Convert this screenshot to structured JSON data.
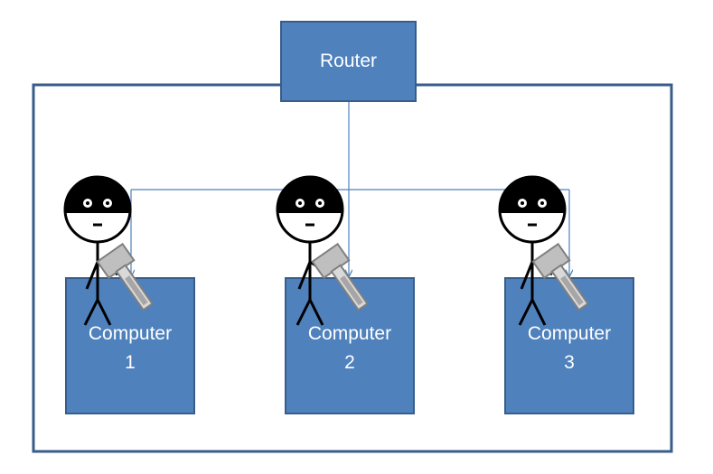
{
  "router": {
    "label": "Router"
  },
  "computers": [
    {
      "line1": "Computer",
      "line2": "1"
    },
    {
      "line1": "Computer",
      "line2": "2"
    },
    {
      "line1": "Computer",
      "line2": "3"
    }
  ],
  "colors": {
    "box_fill": "#4f81bd",
    "box_border": "#385d8a",
    "network_line": "#4f81bd",
    "mask": "#000000",
    "drill_body": "#bfbfbf"
  },
  "icons": [
    "masked-person-icon",
    "drill-icon"
  ]
}
